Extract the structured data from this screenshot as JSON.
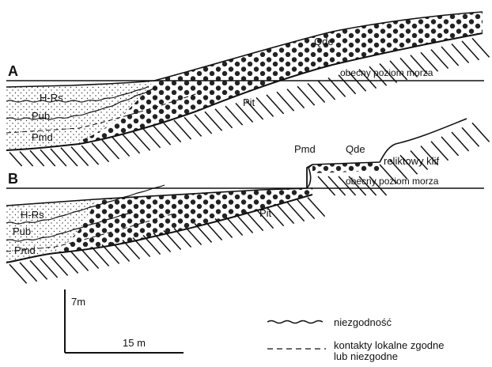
{
  "panels": {
    "a": {
      "label": "A",
      "sea_level": "obecny poziom morza",
      "units": {
        "ode": "Qde",
        "hrs": "H-Rs",
        "pub": "Pub",
        "pmd": "Pmd",
        "pit": "Pit"
      }
    },
    "b": {
      "label": "B",
      "sea_level": "obecny poziom morza",
      "cliff": "reliktowy klif",
      "units": {
        "pmd_top": "Pmd",
        "ode": "Qde",
        "hrs": "H-Rs",
        "pub": "Pub",
        "pmd": "Pmd",
        "pit": "Pit"
      }
    }
  },
  "scale": {
    "vertical": "7m",
    "horizontal": "15 m"
  },
  "legend": {
    "unconformity": "niezgodność",
    "contacts_line1": "kontakty lokalne zgodne",
    "contacts_line2": "lub niezgodne"
  }
}
